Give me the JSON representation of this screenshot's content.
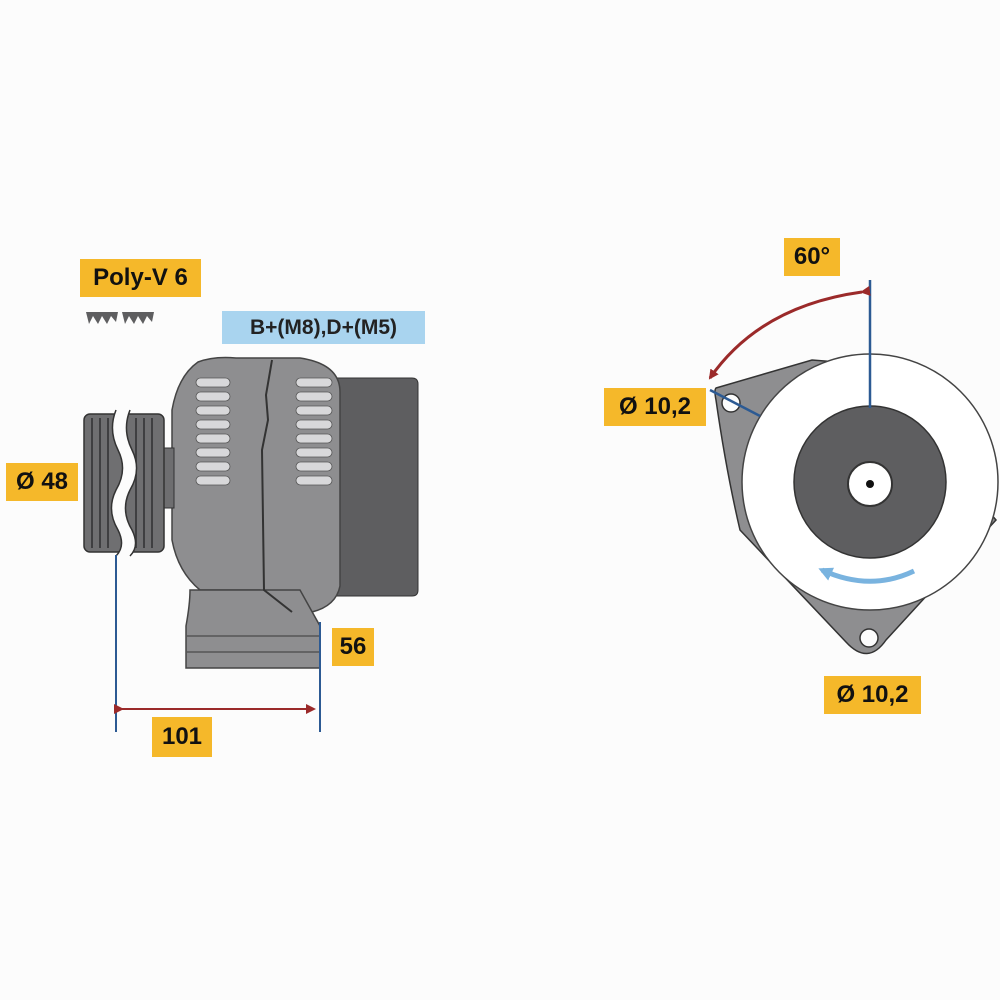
{
  "labels": {
    "belt_type": "Poly-V 6",
    "terminals": "B+(M8),D+(M5)",
    "pulley_diameter": "Ø 48",
    "length": "101",
    "offset": "56",
    "angle": "60°",
    "hole_upper": "Ø 10,2",
    "hole_lower": "Ø 10,2"
  },
  "colors": {
    "label_bg": "#f5b82a",
    "terminal_bg": "#a9d4ef",
    "body_gray": "#8e8e90",
    "dark_gray": "#5e5e60",
    "dimension_line": "#2c5a93",
    "angle_arrow": "#9b2a2a",
    "rotation_arrow": "#79b3df"
  }
}
